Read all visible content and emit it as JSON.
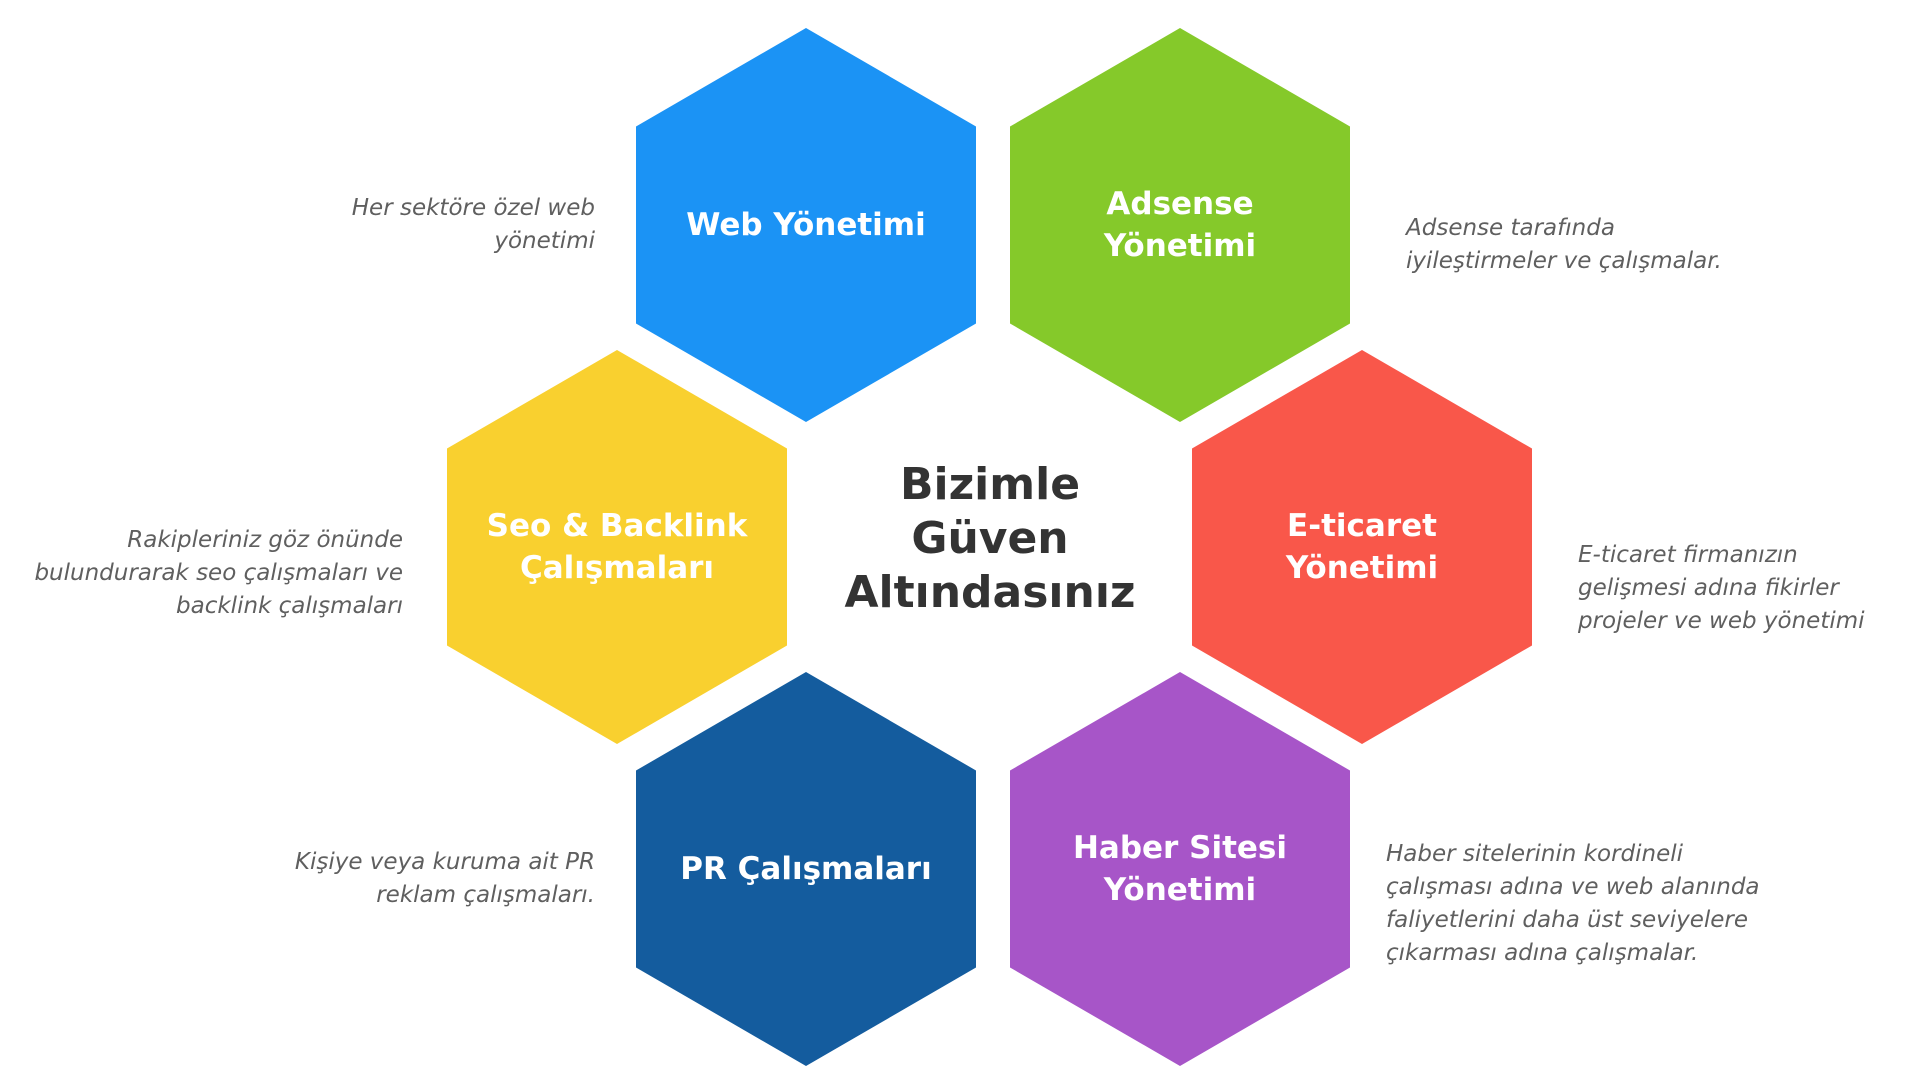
{
  "center": {
    "title": "Bizimle\nGüven\nAltındasınız"
  },
  "hexagons": [
    {
      "label": "Web Yönetimi",
      "color": "#1b93f5",
      "description": "Her sektöre özel web\nyönetimi"
    },
    {
      "label": "Adsense\nYönetimi",
      "color": "#85c92a",
      "description": "Adsense tarafında\niyileştirmeler ve çalışmalar."
    },
    {
      "label": "Seo & Backlink\nÇalışmaları",
      "color": "#f9d02f",
      "description": "Rakipleriniz göz önünde\nbulundurarak seo çalışmaları ve\nbacklink çalışmaları"
    },
    {
      "label": "E-ticaret\nYönetimi",
      "color": "#f9574a",
      "description": "E-ticaret firmanızın\ngelişmesi adına fikirler\nprojeler ve web yönetimi"
    },
    {
      "label": "PR Çalışmaları",
      "color": "#145c9e",
      "description": "Kişiye veya kuruma ait  PR\nreklam çalışmaları."
    },
    {
      "label": "Haber Sitesi\nYönetimi",
      "color": "#a755c8",
      "description": "Haber sitelerinin kordineli\nçalışması adına ve web alanında\nfaliyetlerini daha üst seviyelere\nçıkarması adına çalışmalar."
    }
  ]
}
